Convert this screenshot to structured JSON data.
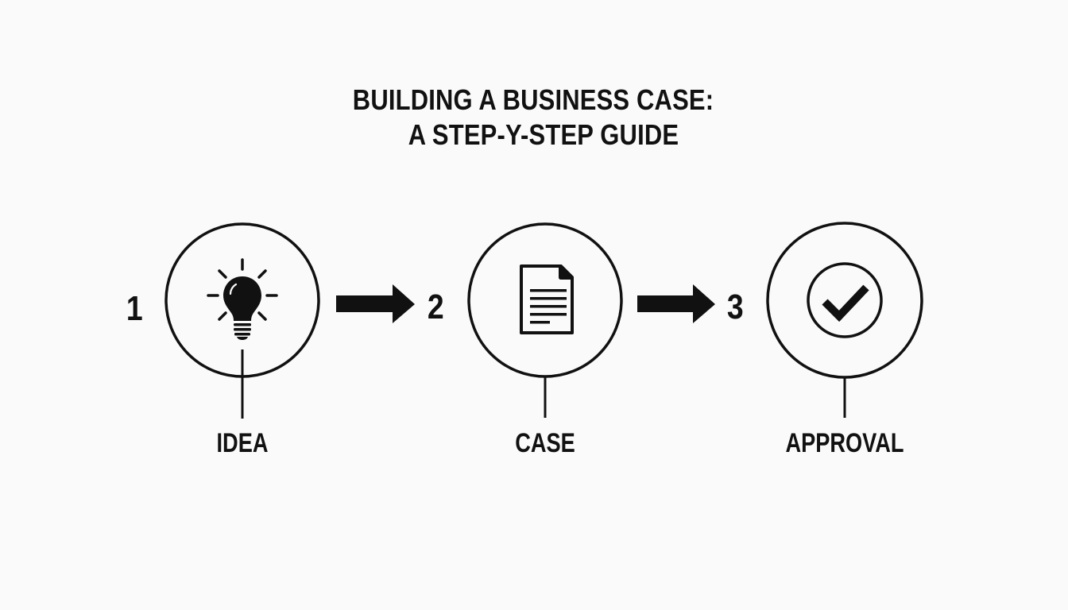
{
  "title": {
    "line1": "BUILDING A BUSINESS CASE:",
    "line2": "A STEP-Y-STEP GUIDE"
  },
  "colors": {
    "background": "#fafafa",
    "ink": "#111111"
  },
  "steps": [
    {
      "number": "1",
      "label": "IDEA",
      "icon": "lightbulb-icon"
    },
    {
      "number": "2",
      "label": "CASE",
      "icon": "document-icon"
    },
    {
      "number": "3",
      "label": "APPROVAL",
      "icon": "checkmark-circle-icon"
    }
  ],
  "connectors": [
    {
      "from": "1",
      "to": "2",
      "icon": "arrow-right-icon"
    },
    {
      "from": "2",
      "to": "3",
      "icon": "arrow-right-icon"
    }
  ]
}
